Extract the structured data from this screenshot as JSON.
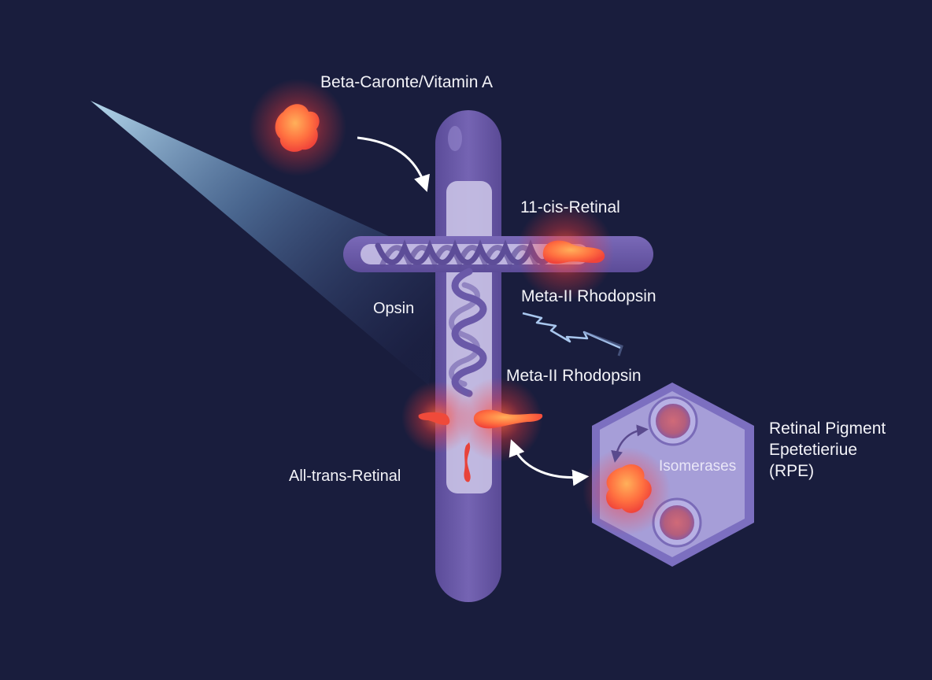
{
  "labels": {
    "beta_carotene": "Beta-Caronte/Vitamin A",
    "eleven_cis": "11-cis-Retinal",
    "meta_ii_upper": "Meta-II Rhodopsin",
    "opsin": "Opsin",
    "meta_ii_lower": "Meta-II Rhodopsin",
    "all_trans": "All-trans-Retinal",
    "isomerases": "Isomerases",
    "rpe_line1": "Retinal Pigment",
    "rpe_line2": "Epetetieriue",
    "rpe_line3": "(RPE)"
  },
  "colors": {
    "background": "#191d3d",
    "opsin_rod": "#6a5aa8",
    "opsin_inner": "#c6bfe4",
    "helix": "#5d4d98",
    "retinal_glow": "#ff5a3a",
    "rpe_cell": "#a89fd8",
    "light_beam": "#9fd0ee",
    "text": "#f3f3f8"
  },
  "icons": {
    "arrow_in": "curved-arrow-icon",
    "arrow_exchange": "double-curved-arrow-icon",
    "signal": "lightning-signal-icon"
  }
}
